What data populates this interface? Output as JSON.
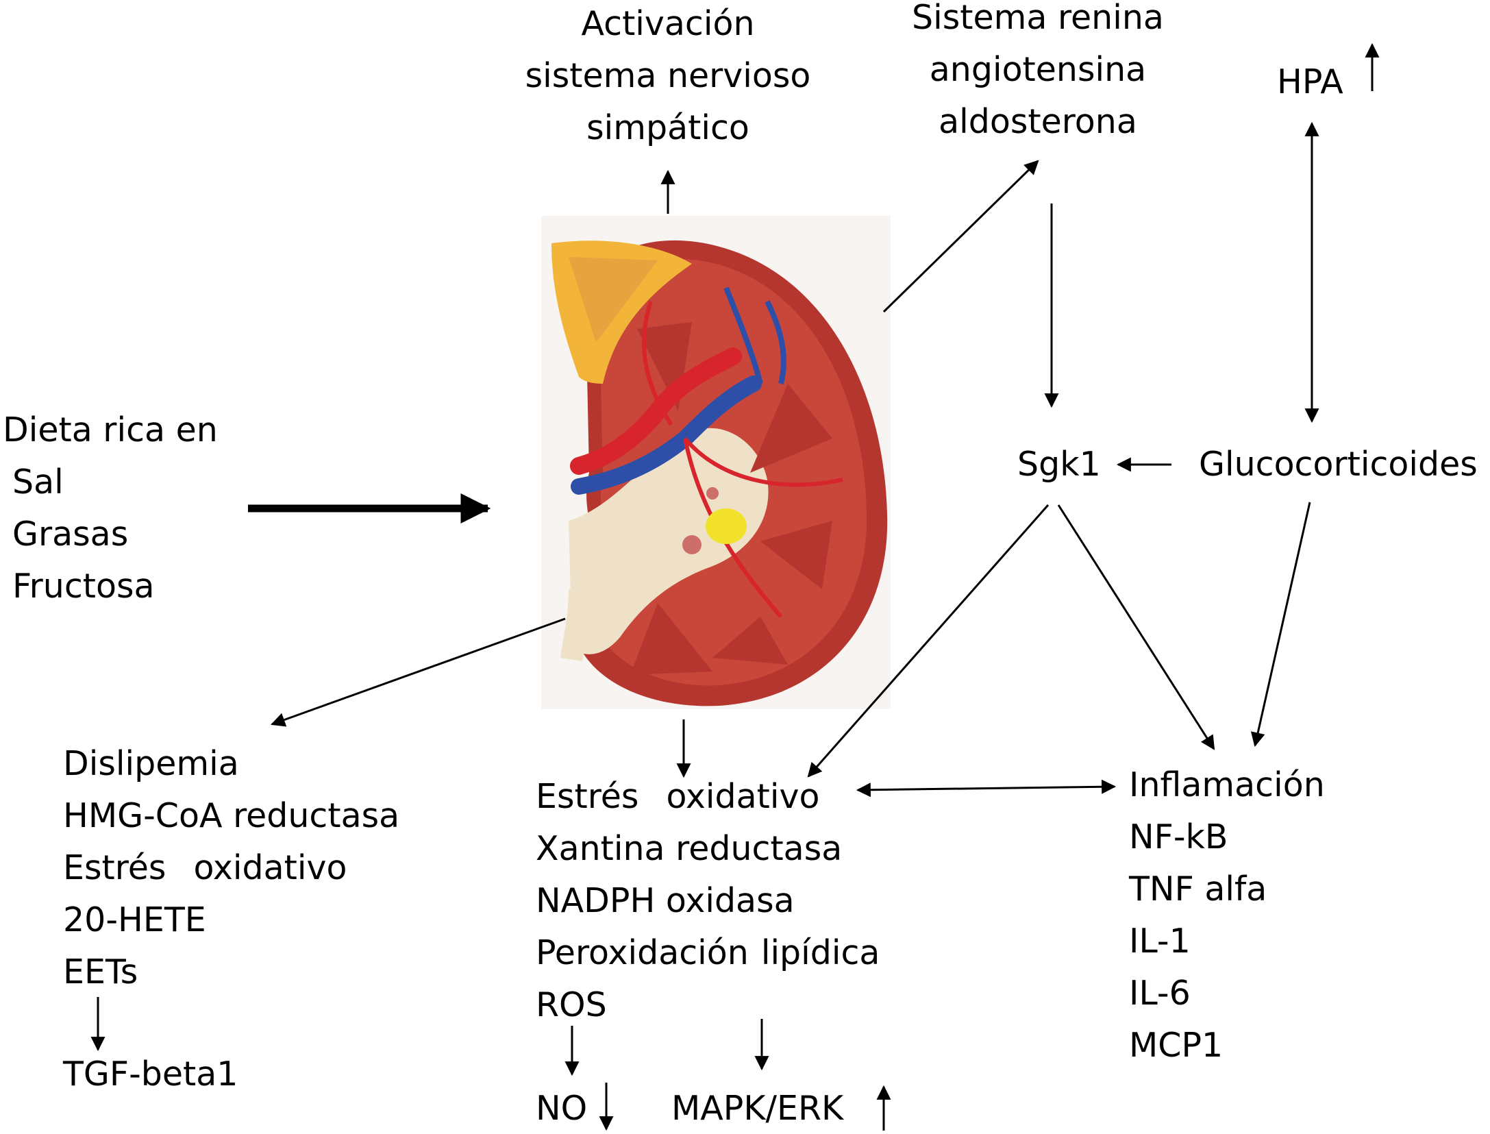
{
  "diagram": {
    "diet": {
      "lines": [
        "Dieta rica en",
        "Sal",
        "Grasas",
        "Fructosa"
      ]
    },
    "sns": {
      "lines": [
        "Activación",
        "sistema nervioso",
        "simpático"
      ]
    },
    "raas": {
      "lines": [
        "Sistema renina",
        "angiotensina",
        "aldosterona"
      ]
    },
    "hpa": {
      "label": "HPA"
    },
    "sgk1": {
      "label": "Sgk1"
    },
    "glucocorticoides": {
      "label": "Glucocorticoides"
    },
    "dyslipidemia": {
      "lines": [
        "Dislipemia",
        "HMG-CoA reductasa",
        "Estrés",
        "oxidativo",
        "20-HETE",
        "EETs"
      ],
      "result": "TGF-beta1"
    },
    "oxidative": {
      "lines": [
        "Estrés",
        "oxidativo",
        "Xantina reductasa",
        "NADPH oxidasa",
        "Peroxidación",
        "lipídica",
        "ROS"
      ],
      "no": "NO",
      "mapk": "MAPK/ERK"
    },
    "inflammation": {
      "lines": [
        "Inflamación",
        "NF-kB",
        "TNF alfa",
        "IL-1",
        "IL-6",
        "MCP1"
      ]
    },
    "colors": {
      "text": "#000000",
      "arrow": "#000000",
      "cortex": "#c9463a",
      "pyramid": "#b5362f",
      "pelvis": "#efe1c8",
      "adrenal": "#f2b53a",
      "artery": "#d8242c",
      "vein": "#2e4fa8",
      "stone": "#f2e12a"
    }
  }
}
